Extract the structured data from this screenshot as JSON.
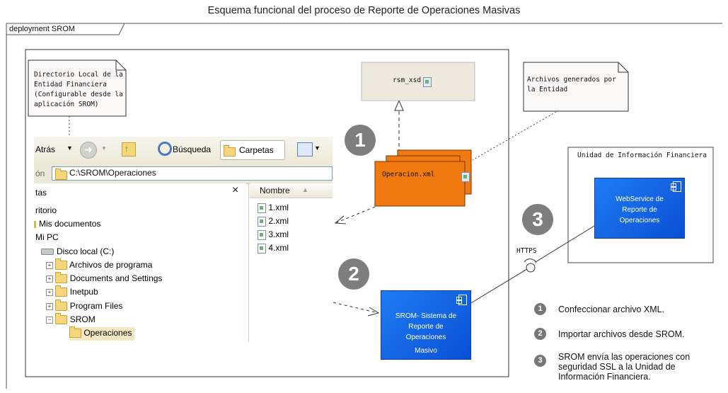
{
  "title": "Esquema funcional del proceso de Reporte de Operaciones Masivas",
  "frame_label": "deployment SROM",
  "note_local_dir": [
    "Directorio Local de la",
    "Entidad Financiera",
    "(Configurable desde la",
    "aplicación SROM)"
  ],
  "note_files": [
    "Archivos generados por",
    "la Entidad"
  ],
  "rsm_xsd": "rsm_xsd",
  "operacion_xml": "Operacion.xml",
  "explorer": {
    "back": "Atrás",
    "search": "Búsqueda",
    "folders": "Carpetas",
    "address_prefix": "ón",
    "address": "C:\\SROM\\Operaciones",
    "panel_header": "tas",
    "close": "×",
    "column_name": "Nombre",
    "tree": [
      "ritorio",
      "Mis documentos",
      "Mi PC",
      "Disco local (C:)",
      "Archivos de programa",
      "Documents and Settings",
      "Inetpub",
      "Program Files",
      "SROM",
      "Operaciones"
    ],
    "files": [
      "1.xml",
      "2.xml",
      "3.xml",
      "4.xml"
    ]
  },
  "srom_box": [
    "SROM- Sistema de",
    "Reporte de",
    "Operaciones",
    "Masivo"
  ],
  "uif_label": "Unidad de Información Financiera",
  "webservice_box": [
    "WebService de",
    "Reporte de",
    "Operaciones"
  ],
  "https_label": "HTTPS",
  "steps": {
    "one": "1",
    "two": "2",
    "three": "3"
  },
  "legend": [
    {
      "num": "1",
      "lines": [
        "Confeccionar archivo XML."
      ]
    },
    {
      "num": "2",
      "lines": [
        "Importar archivos desde SROM."
      ]
    },
    {
      "num": "3",
      "lines": [
        "SROM envía las operaciones con",
        "seguridad SSL a la Unidad de",
        "Información Financiera."
      ]
    }
  ],
  "colors": {
    "orange": "#f07a10",
    "blue": "#1466e6",
    "note": "#fbf8f8",
    "class_box": "#efe8dc",
    "step_circle": "#7e7e7e",
    "highlight": "#e8a24a"
  }
}
